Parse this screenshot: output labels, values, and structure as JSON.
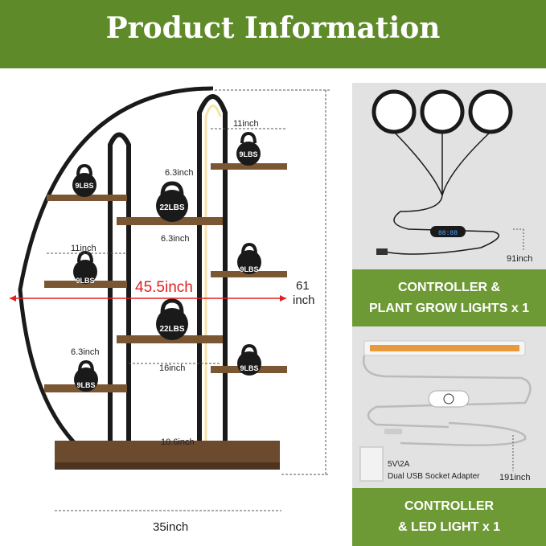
{
  "banner": {
    "title": "Product Information"
  },
  "stand": {
    "shelf_width_top": "11inch",
    "shelf_width_left": "11inch",
    "spacing_top": "6.3inch",
    "spacing_middle": "6.3inch",
    "spacing_left": "6.3inch",
    "arc_span": "45.5inch",
    "height_label": "61",
    "height_unit": "inch",
    "bottom_shelf_width": "16inch",
    "base_depth": "10.6inch",
    "total_width": "35inch",
    "weights": {
      "top_right": "9LBS",
      "top_left": "9LBS",
      "center_top": "22LBS",
      "mid_left": "9LBS",
      "mid_right": "9LBS",
      "center_bottom": "22LBS",
      "low_left": "9LBS",
      "low_right": "9LBS"
    }
  },
  "panel_grow_lights": {
    "cable_length": "91inch",
    "heading_line1": "CONTROLLER &",
    "heading_line2": "PLANT GROW LIGHTS x 1"
  },
  "panel_led": {
    "adapter_line1": "5V\\2A",
    "adapter_line2": "Dual USB Socket Adapter",
    "cable_length": "191inch",
    "heading_line1": "CONTROLLER",
    "heading_line2": "& LED LIGHT x 1"
  },
  "colors": {
    "banner": "#5f8a2a",
    "accent_green": "#6e9a36",
    "wood": "#6b4a2e",
    "frame": "#1a1a1a",
    "arc_dim": "#e02020"
  }
}
